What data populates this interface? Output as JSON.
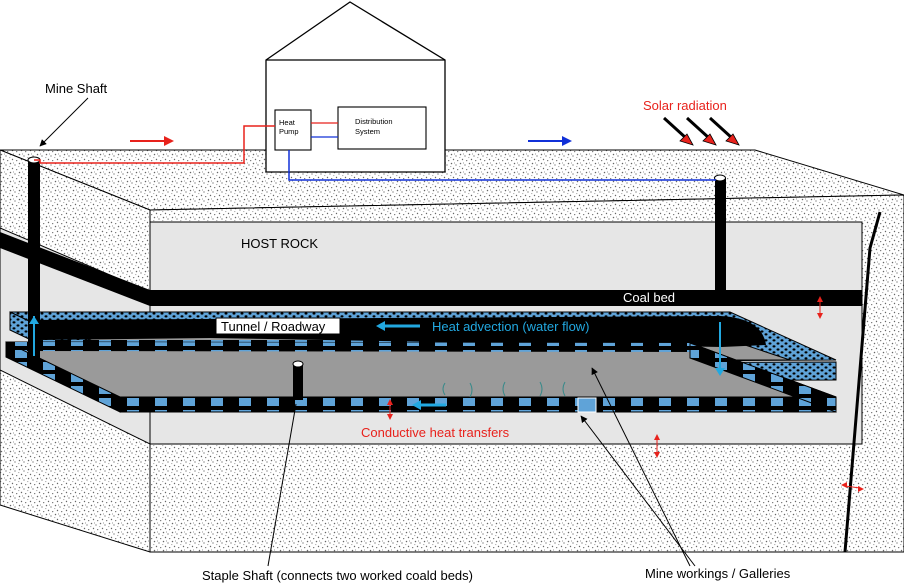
{
  "labels": {
    "mine_shaft": "Mine Shaft",
    "heat_pump_line1": "Heat",
    "heat_pump_line2": "Pump",
    "distribution_line1": "Distribution",
    "distribution_line2": "System",
    "solar_radiation": "Solar radiation",
    "host_rock": "HOST ROCK",
    "coal_bed": "Coal bed",
    "tunnel_roadway": "Tunnel / Roadway",
    "heat_advection": "Heat advection (water flow)",
    "conductive_heat": "Conductive heat transfers",
    "staple_shaft": "Staple Shaft (connects two worked coald beds)",
    "mine_workings": "Mine workings / Galleries"
  },
  "colors": {
    "warm_pipe": "#e8221c",
    "cold_pipe": "#1030d8",
    "advection_arrow": "#22a8e0",
    "advection_text": "#22a8e0",
    "red_text": "#e8221c",
    "gallery_blue": "#5fa3d8",
    "coal": "#000000",
    "inner_fill": "#e6e6e6",
    "seam_gray": "#9a9a9a"
  }
}
